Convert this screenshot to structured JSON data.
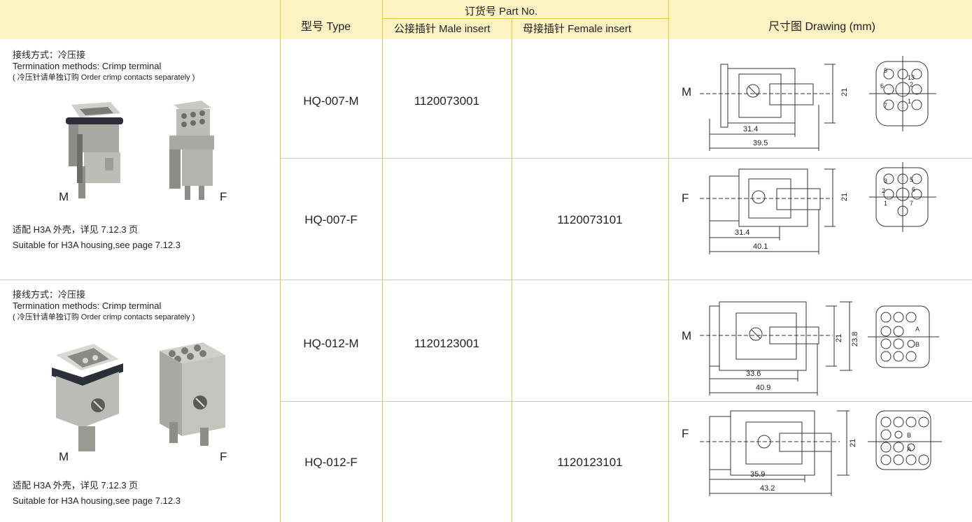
{
  "header": {
    "type": "型号 Type",
    "part_no": "订货号 Part No.",
    "male_insert": "公接插针 Male insert",
    "female_insert": "母接插针 Female insert",
    "drawing": "尺寸图 Drawing (mm)"
  },
  "groups": [
    {
      "termination_cn": "接线方式：冷压接",
      "termination_en": "Termination methods: Crimp terminal",
      "note": "( 冷压针请单独订购 Order crimp contacts separately )",
      "photo_m_label": "M",
      "photo_f_label": "F",
      "suitable_cn": "适配 H3A 外壳，详见 7.12.3 页",
      "suitable_en": "Suitable for H3A housing,see page 7.12.3",
      "rows": [
        {
          "type": "HQ-007-M",
          "male": "1120073001",
          "female": "",
          "draw_label": "M",
          "dim_h": "21",
          "dim_a": "31.4",
          "dim_b": "39.5",
          "pins": [
            "5",
            "6",
            "7",
            "13",
            "2",
            "1"
          ]
        },
        {
          "type": "HQ-007-F",
          "male": "",
          "female": "1120073101",
          "draw_label": "F",
          "dim_h": "21",
          "dim_a": "31.4",
          "dim_b": "40.1",
          "pins": [
            "3",
            "2",
            "1",
            "5",
            "6",
            "7"
          ]
        }
      ]
    },
    {
      "termination_cn": "接线方式：冷压接",
      "termination_en": "Termination methods: Crimp terminal",
      "note": "( 冷压针请单独订购 Order crimp contacts separately )",
      "photo_m_label": "M",
      "photo_f_label": "F",
      "suitable_cn": "适配 H3A 外壳，详见 7.12.3 页",
      "suitable_en": "Suitable for H3A housing,see page 7.12.3",
      "rows": [
        {
          "type": "HQ-012-M",
          "male": "1120123001",
          "female": "",
          "draw_label": "M",
          "dim_h": "21",
          "dim_h2": "23.8",
          "dim_a": "33.6",
          "dim_b": "40.9",
          "pins": [
            "A",
            "B"
          ]
        },
        {
          "type": "HQ-012-F",
          "male": "",
          "female": "1120123101",
          "draw_label": "F",
          "dim_h": "21",
          "dim_a": "35.9",
          "dim_b": "43.2",
          "pins": [
            "B",
            "A"
          ]
        }
      ]
    }
  ],
  "colors": {
    "header_bg": "#fdf2c2",
    "column_rule": "#e8c547",
    "row_rule": "#c9c9c9",
    "insert_body": "#a9a9a4",
    "seal": "#2b2f3a"
  }
}
